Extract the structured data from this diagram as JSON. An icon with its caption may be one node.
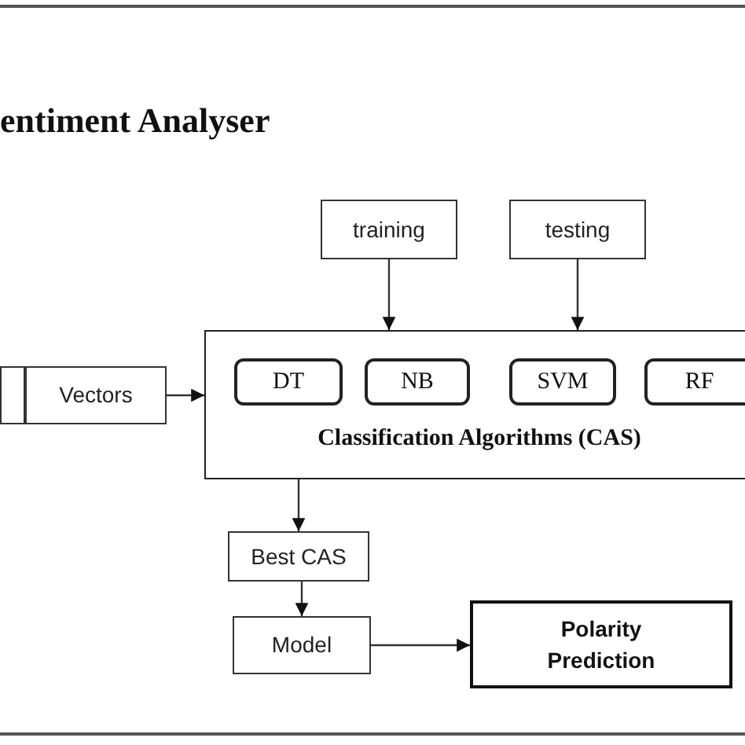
{
  "diagram": {
    "title": "entiment Analyser",
    "nodes": [
      {
        "text": [
          "training"
        ]
      },
      {
        "text": [
          "testing"
        ]
      },
      {
        "text": [],
        "shape": "box"
      },
      {
        "text": [
          "Vectors"
        ]
      },
      {
        "text": [
          "Classification Algorithms (CAS)"
        ]
      },
      {
        "text": [
          "DT"
        ],
        "in": 4
      },
      {
        "text": [
          "NB"
        ],
        "in": 4
      },
      {
        "text": [
          "SVM"
        ],
        "in": 4
      },
      {
        "text": [
          "RF"
        ],
        "in": 4
      },
      {
        "text": [
          "Best CAS"
        ]
      },
      {
        "text": [
          "Model"
        ]
      },
      {
        "text": [
          "Polarity Prediction"
        ]
      }
    ],
    "edges": [
      {
        "from": 0,
        "to": 4,
        "arrow": "to"
      },
      {
        "from": 1,
        "to": 4,
        "arrow": "to"
      },
      {
        "from": 3,
        "to": 4,
        "arrow": "to"
      },
      {
        "from": 4,
        "to": 9,
        "arrow": "to"
      },
      {
        "from": 9,
        "to": 10,
        "arrow": "to"
      },
      {
        "from": 10,
        "to": 11,
        "arrow": "to"
      }
    ]
  }
}
